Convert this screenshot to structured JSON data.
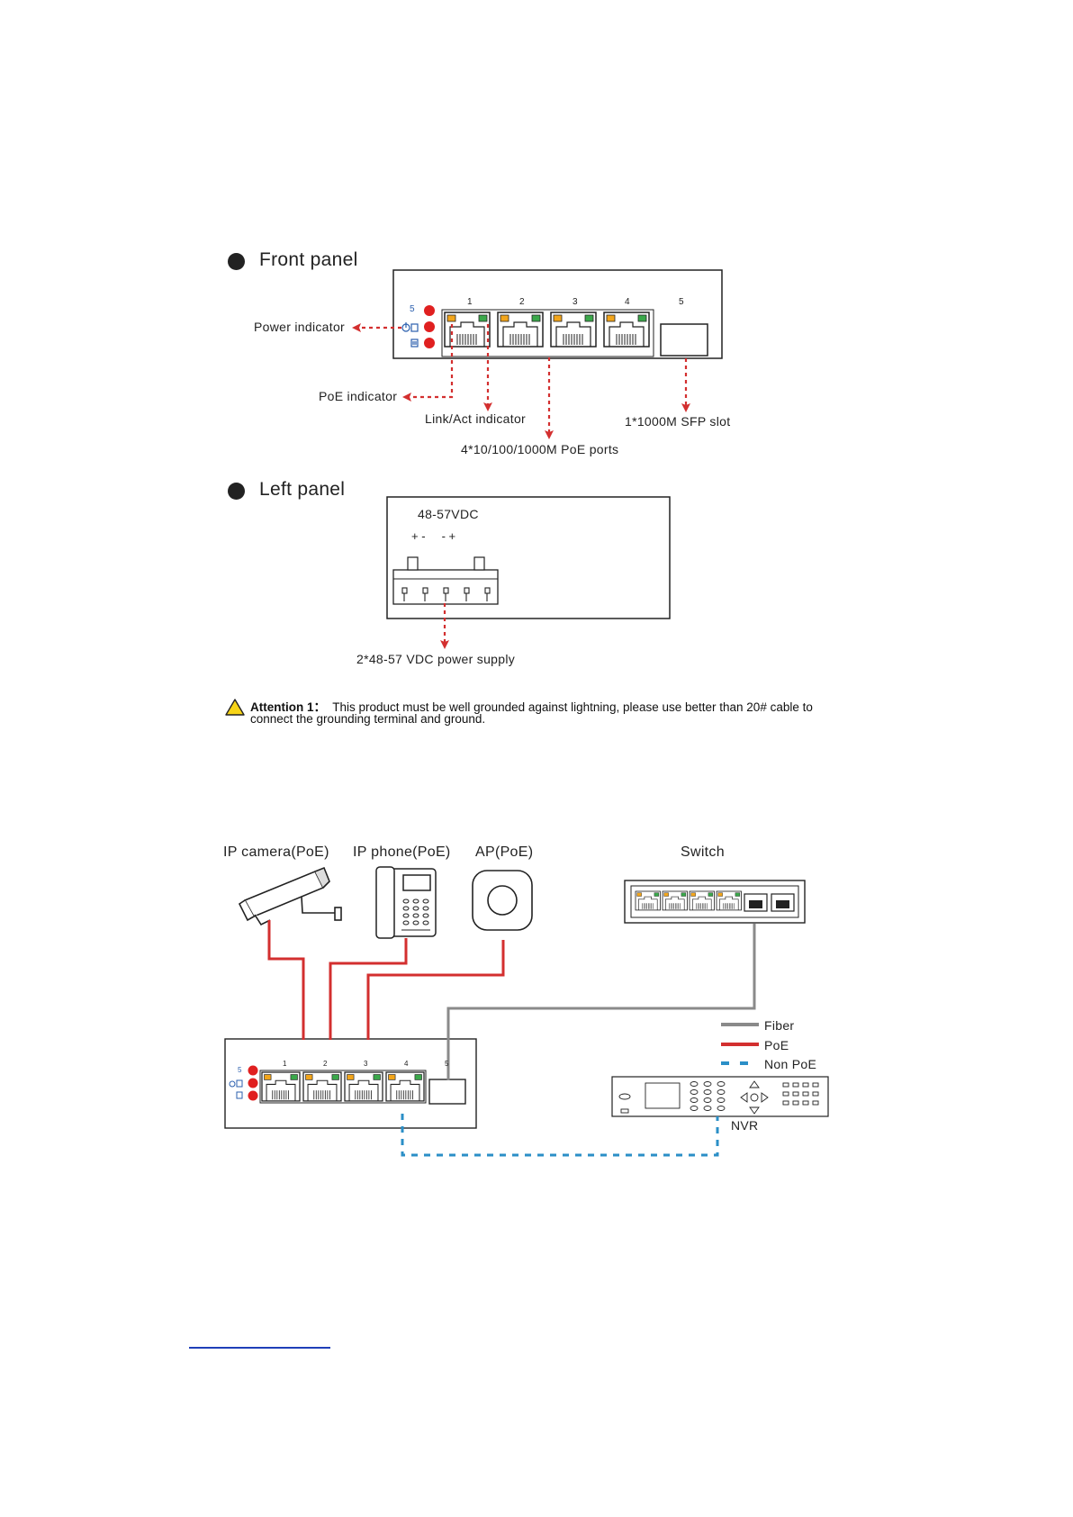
{
  "front_panel": {
    "heading": "Front panel",
    "port_numbers": [
      "1",
      "2",
      "3",
      "4",
      "5"
    ],
    "led_labels": [
      "5"
    ],
    "power_indicator": "Power indicator",
    "poe_indicator": "PoE indicator",
    "link_act_indicator": "Link/Act indicator",
    "sfp_slot": "1*1000M SFP slot",
    "poe_ports": "4*10/100/1000M PoE ports"
  },
  "left_panel": {
    "heading": "Left panel",
    "voltage": "48-57VDC",
    "polarity": "+ -     - +",
    "power_supply": "2*48-57 VDC power supply"
  },
  "attention": {
    "prefix": "Attention 1：",
    "line1": "This product must be well grounded against lightning, please use better than 20# cable to",
    "line2": "connect the grounding terminal and ground."
  },
  "topology": {
    "devices": {
      "ip_camera": "IP camera(PoE)",
      "ip_phone": "IP phone(PoE)",
      "ap": "AP(PoE)",
      "switch": "Switch",
      "nvr": "NVR"
    },
    "port_numbers": [
      "1",
      "2",
      "3",
      "4",
      "5"
    ],
    "led_labels": [
      "5"
    ],
    "legend": [
      {
        "label": "Fiber",
        "color": "#8a8a8a",
        "style": "solid"
      },
      {
        "label": "PoE",
        "color": "#d32f2f",
        "style": "solid"
      },
      {
        "label": "Non PoE",
        "color": "#2b8fc7",
        "style": "dashed"
      }
    ]
  },
  "colors": {
    "red_arrow": "#d32f2f",
    "led_red": "#e02020",
    "led_orange": "#f2a51a",
    "led_green": "#3aa84a",
    "fiber": "#8a8a8a",
    "non_poe": "#2b8fc7"
  }
}
